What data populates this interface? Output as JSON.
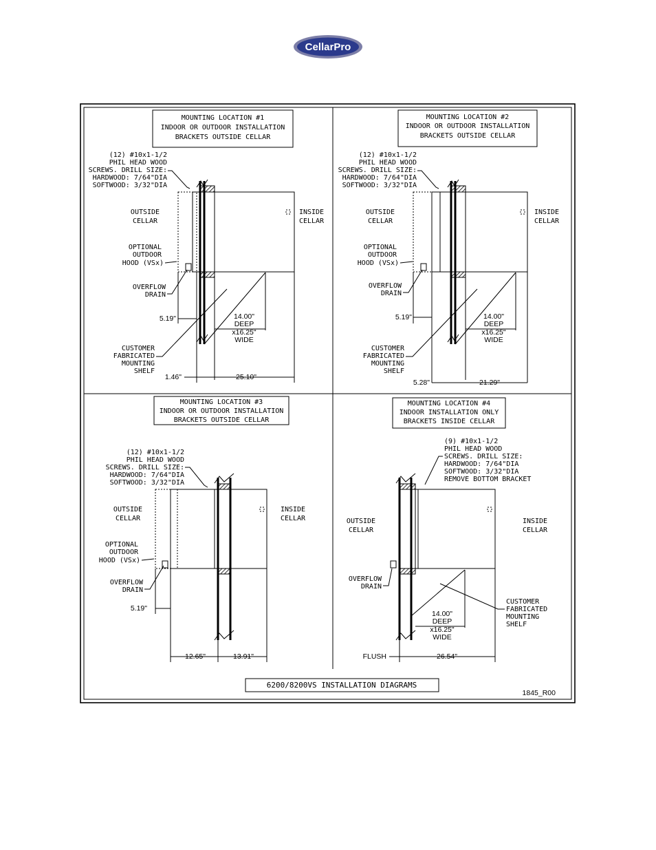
{
  "logo": {
    "text": "CellarPro",
    "color_outer": "#7d7fa8",
    "color_inner": "#2b3a8c"
  },
  "panels": [
    {
      "title": [
        "MOUNTING LOCATION #1",
        "INDOOR OR OUTDOOR INSTALLATION",
        "BRACKETS OUTSIDE CELLAR"
      ],
      "screws": [
        "(12) #10x1-1/2",
        "PHIL HEAD WOOD",
        "SCREWS. DRILL SIZE:",
        "HARDWOOD: 7/64\"DIA",
        "SOFTWOOD: 3/32\"DIA"
      ],
      "outside": [
        "OUTSIDE",
        "CELLAR"
      ],
      "inside": [
        "INSIDE",
        "CELLAR"
      ],
      "hood": [
        "OPTIONAL",
        "OUTDOOR",
        "HOOD (VSx)"
      ],
      "drain": [
        "OVERFLOW",
        "DRAIN"
      ],
      "shelf": [
        "CUSTOMER",
        "FABRICATED",
        "MOUNTING",
        "SHELF"
      ],
      "shelf_dims": [
        "14.00\"",
        "DEEP",
        "x16.25\"",
        "WIDE"
      ],
      "dim_hood": "5.19\"",
      "dim_left": "1.46\"",
      "dim_right": "25.10\""
    },
    {
      "title": [
        "MOUNTING LOCATION #2",
        "INDOOR OR OUTDOOR INSTALLATION",
        "BRACKETS OUTSIDE CELLAR"
      ],
      "screws": [
        "(12) #10x1-1/2",
        "PHIL HEAD WOOD",
        "SCREWS. DRILL SIZE:",
        "HARDWOOD: 7/64\"DIA",
        "SOFTWOOD: 3/32\"DIA"
      ],
      "outside": [
        "OUTSIDE",
        "CELLAR"
      ],
      "inside": [
        "INSIDE",
        "CELLAR"
      ],
      "hood": [
        "OPTIONAL",
        "OUTDOOR",
        "HOOD (VSx)"
      ],
      "drain": [
        "OVERFLOW",
        "DRAIN"
      ],
      "shelf": [
        "CUSTOMER",
        "FABRICATED",
        "MOUNTING",
        "SHELF"
      ],
      "shelf_dims": [
        "14.00\"",
        "DEEP",
        "x16.25\"",
        "WIDE"
      ],
      "dim_hood": "5.19\"",
      "dim_left": "5.28\"",
      "dim_right": "21.29\""
    },
    {
      "title": [
        "MOUNTING LOCATION #3",
        "INDOOR OR OUTDOOR INSTALLATION",
        "BRACKETS OUTSIDE CELLAR"
      ],
      "screws": [
        "(12) #10x1-1/2",
        "PHIL HEAD WOOD",
        "SCREWS. DRILL SIZE:",
        "HARDWOOD: 7/64\"DIA",
        "SOFTWOOD: 3/32\"DIA"
      ],
      "outside": [
        "OUTSIDE",
        "CELLAR"
      ],
      "inside": [
        "INSIDE",
        "CELLAR"
      ],
      "hood": [
        "OPTIONAL",
        "OUTDOOR",
        "HOOD (VSx)"
      ],
      "drain": [
        "OVERFLOW",
        "DRAIN"
      ],
      "dim_hood": "5.19\"",
      "dim_left": "12.65\"",
      "dim_right": "13.91\""
    },
    {
      "title": [
        "MOUNTING LOCATION #4",
        "INDOOR INSTALLATION ONLY",
        "BRACKETS INSIDE CELLAR"
      ],
      "screws": [
        "(9) #10x1-1/2",
        "PHIL HEAD WOOD",
        "SCREWS. DRILL SIZE:",
        "HARDWOOD: 7/64\"DIA",
        "SOFTWOOD: 3/32\"DIA",
        "REMOVE BOTTOM BRACKET"
      ],
      "outside": [
        "OUTSIDE",
        "CELLAR"
      ],
      "inside": [
        "INSIDE",
        "CELLAR"
      ],
      "drain": [
        "OVERFLOW",
        "DRAIN"
      ],
      "shelf": [
        "CUSTOMER",
        "FABRICATED",
        "MOUNTING",
        "SHELF"
      ],
      "shelf_dims": [
        "14.00\"",
        "DEEP",
        "x16.25\"",
        "WIDE"
      ],
      "dim_left": "FLUSH",
      "dim_right": "26.54\""
    }
  ],
  "footer": {
    "title": "6200/8200VS INSTALLATION DIAGRAMS",
    "drawing_no": "1845_R00"
  }
}
